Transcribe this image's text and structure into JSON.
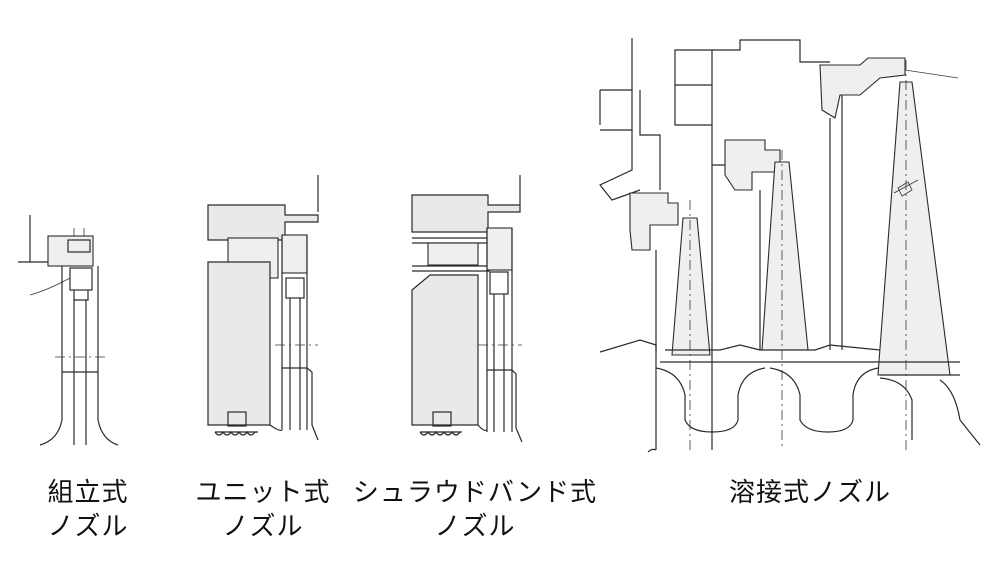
{
  "panels": [
    {
      "caption_line1": "組立式",
      "caption_line2": "ノズル"
    },
    {
      "caption_line1": "ユニット式",
      "caption_line2": "ノズル"
    },
    {
      "caption_line1": "シュラウドバンド式",
      "caption_line2": "ノズル"
    },
    {
      "caption_line1": "溶接式ノズル",
      "caption_line2": ""
    }
  ],
  "colors": {
    "line": "#2b2b2b",
    "shade": "#e9e9e9",
    "background": "#ffffff"
  }
}
